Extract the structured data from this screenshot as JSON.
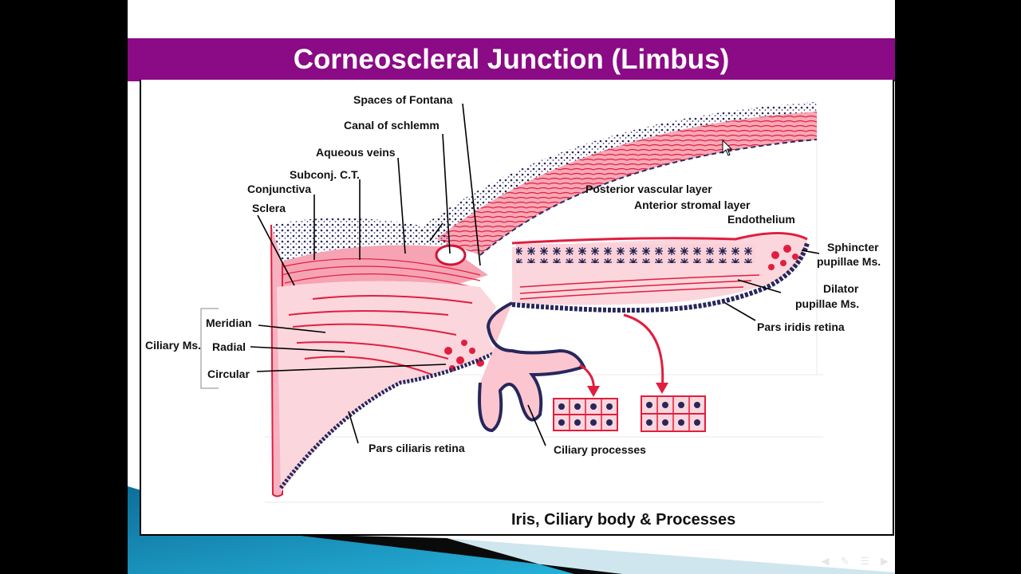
{
  "slide": {
    "title": "Corneoscleral Junction (Limbus)",
    "caption": "Iris, Ciliary body & Processes"
  },
  "labels": {
    "spaces_of_fontana": "Spaces of Fontana",
    "canal_of_schlemm": "Canal of schlemm",
    "aqueous_veins": "Aqueous veins",
    "subconj_ct": "Subconj. C.T.",
    "conjunctiva": "Conjunctiva",
    "sclera": "Sclera",
    "posterior_vascular_layer": "Posterior vascular layer",
    "anterior_stromal_layer": "Anterior stromal layer",
    "endothelium": "Endothelium",
    "sphincter_1": "Sphincter",
    "sphincter_2": "pupillae Ms.",
    "dilator_1": "Dilator",
    "dilator_2": "pupillae Ms.",
    "pars_iridis_retina": "Pars iridis retina",
    "ciliary_ms": "Ciliary Ms.",
    "meridian": "Meridian",
    "radial": "Radial",
    "circular": "Circular",
    "pars_ciliaris_retina": "Pars ciliaris retina",
    "ciliary_processes": "Ciliary processes"
  },
  "colors": {
    "title_bar": "#8b0a85",
    "tissue_red": "#ee2a4c",
    "tissue_pink": "#f8b3c0",
    "pigment": "#27275c",
    "deco_teal": "#1aa0c8"
  },
  "icons": {
    "cursor": "mouse-pointer-icon",
    "nav": [
      "previous-slide-icon",
      "pen-icon",
      "menu-icon",
      "next-slide-icon"
    ]
  }
}
